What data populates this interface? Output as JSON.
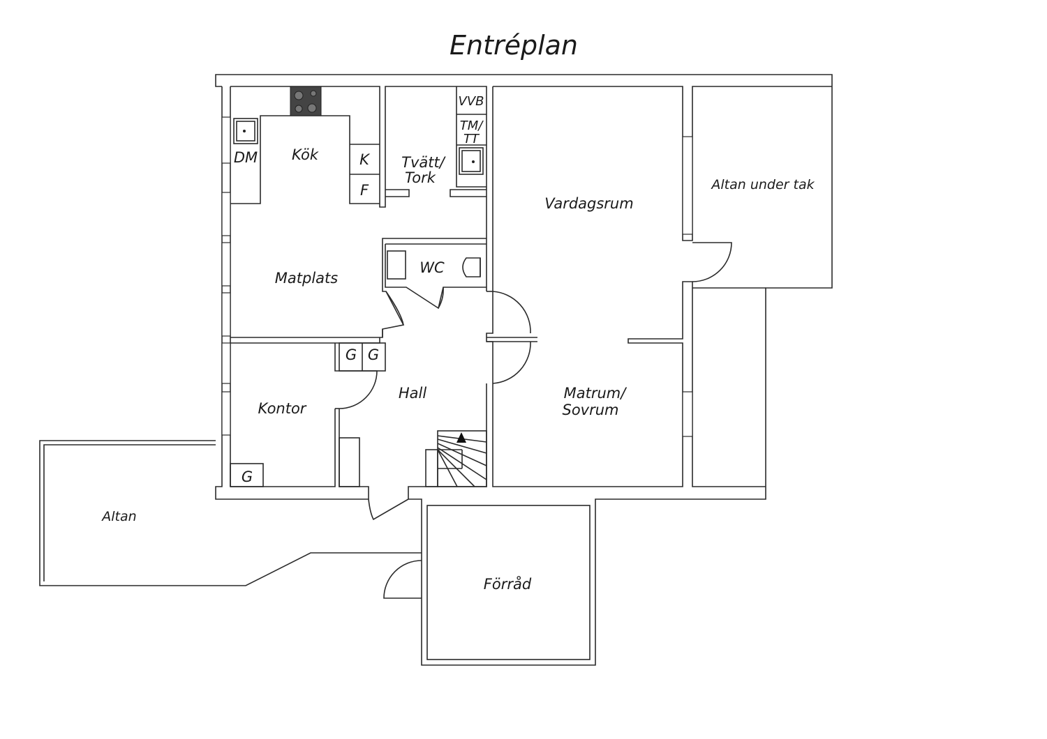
{
  "title": "Entréplan",
  "rooms": {
    "kok": "Kök",
    "dm": "DM",
    "k": "K",
    "f": "F",
    "tvatt_line1": "Tvätt/",
    "tvatt_line2": "Tork",
    "vvb": "VVB",
    "tm_line1": "TM/",
    "tm_line2": "TT",
    "matplats": "Matplats",
    "wc": "WC",
    "vardagsrum": "Vardagsrum",
    "altan_under_tak": "Altan under tak",
    "matrum_line1": "Matrum/",
    "matrum_line2": "Sovrum",
    "hall": "Hall",
    "g1": "G",
    "g2": "G",
    "kontor": "Kontor",
    "g3": "G",
    "altan": "Altan",
    "forrad": "Förråd"
  }
}
